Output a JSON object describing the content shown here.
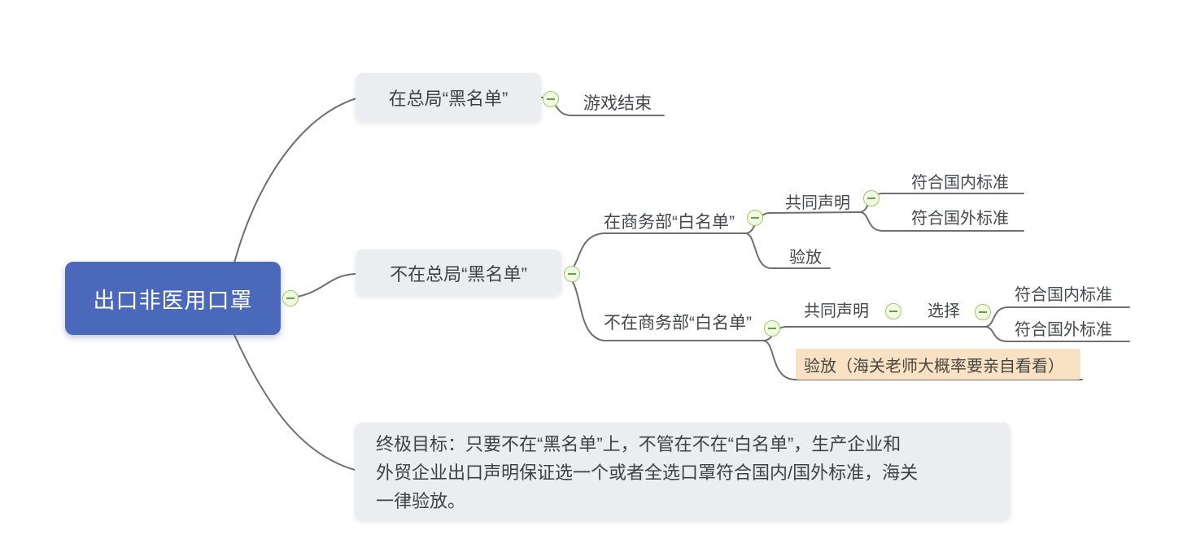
{
  "colors": {
    "accent_blue": "#4b69ba",
    "node_gray": "#ecedf0",
    "highlight_orange": "#f8e2c3",
    "line_gray": "#6f6f6f",
    "collapse_border": "#9ccc60",
    "collapse_fill": "#f2f9e4",
    "collapse_minus": "#61a33c",
    "node_text": "#3d4145",
    "label_text": "#45484c"
  },
  "mindmap": {
    "root": {
      "label": "出口非医用口罩"
    },
    "blacklist": {
      "label": "在总局“黑名单”",
      "game_over": "游戏结束"
    },
    "not_blacklist": {
      "label": "不在总局“黑名单”",
      "whitelist": {
        "label": "在商务部“白名单”",
        "joint_declaration": "共同声明",
        "meets_domestic": "符合国内标准",
        "meets_foreign": "符合国外标准",
        "release": "验放"
      },
      "not_whitelist": {
        "label": "不在商务部“白名单”",
        "joint_declaration": "共同声明",
        "choose": "选择",
        "meets_domestic": "符合国内标准",
        "meets_foreign": "符合国外标准",
        "release_note": "验放（海关老师大概率要亲自看看）"
      }
    },
    "goal": {
      "lines": [
        "终极目标：只要不在“黑名单”上，不管在不在“白名单”，生产企业和",
        "外贸企业出口声明保证选一个或者全选口罩符合国内/国外标准，海关",
        "一律验放。"
      ]
    }
  },
  "icons": {
    "collapse_glyph": "−"
  }
}
